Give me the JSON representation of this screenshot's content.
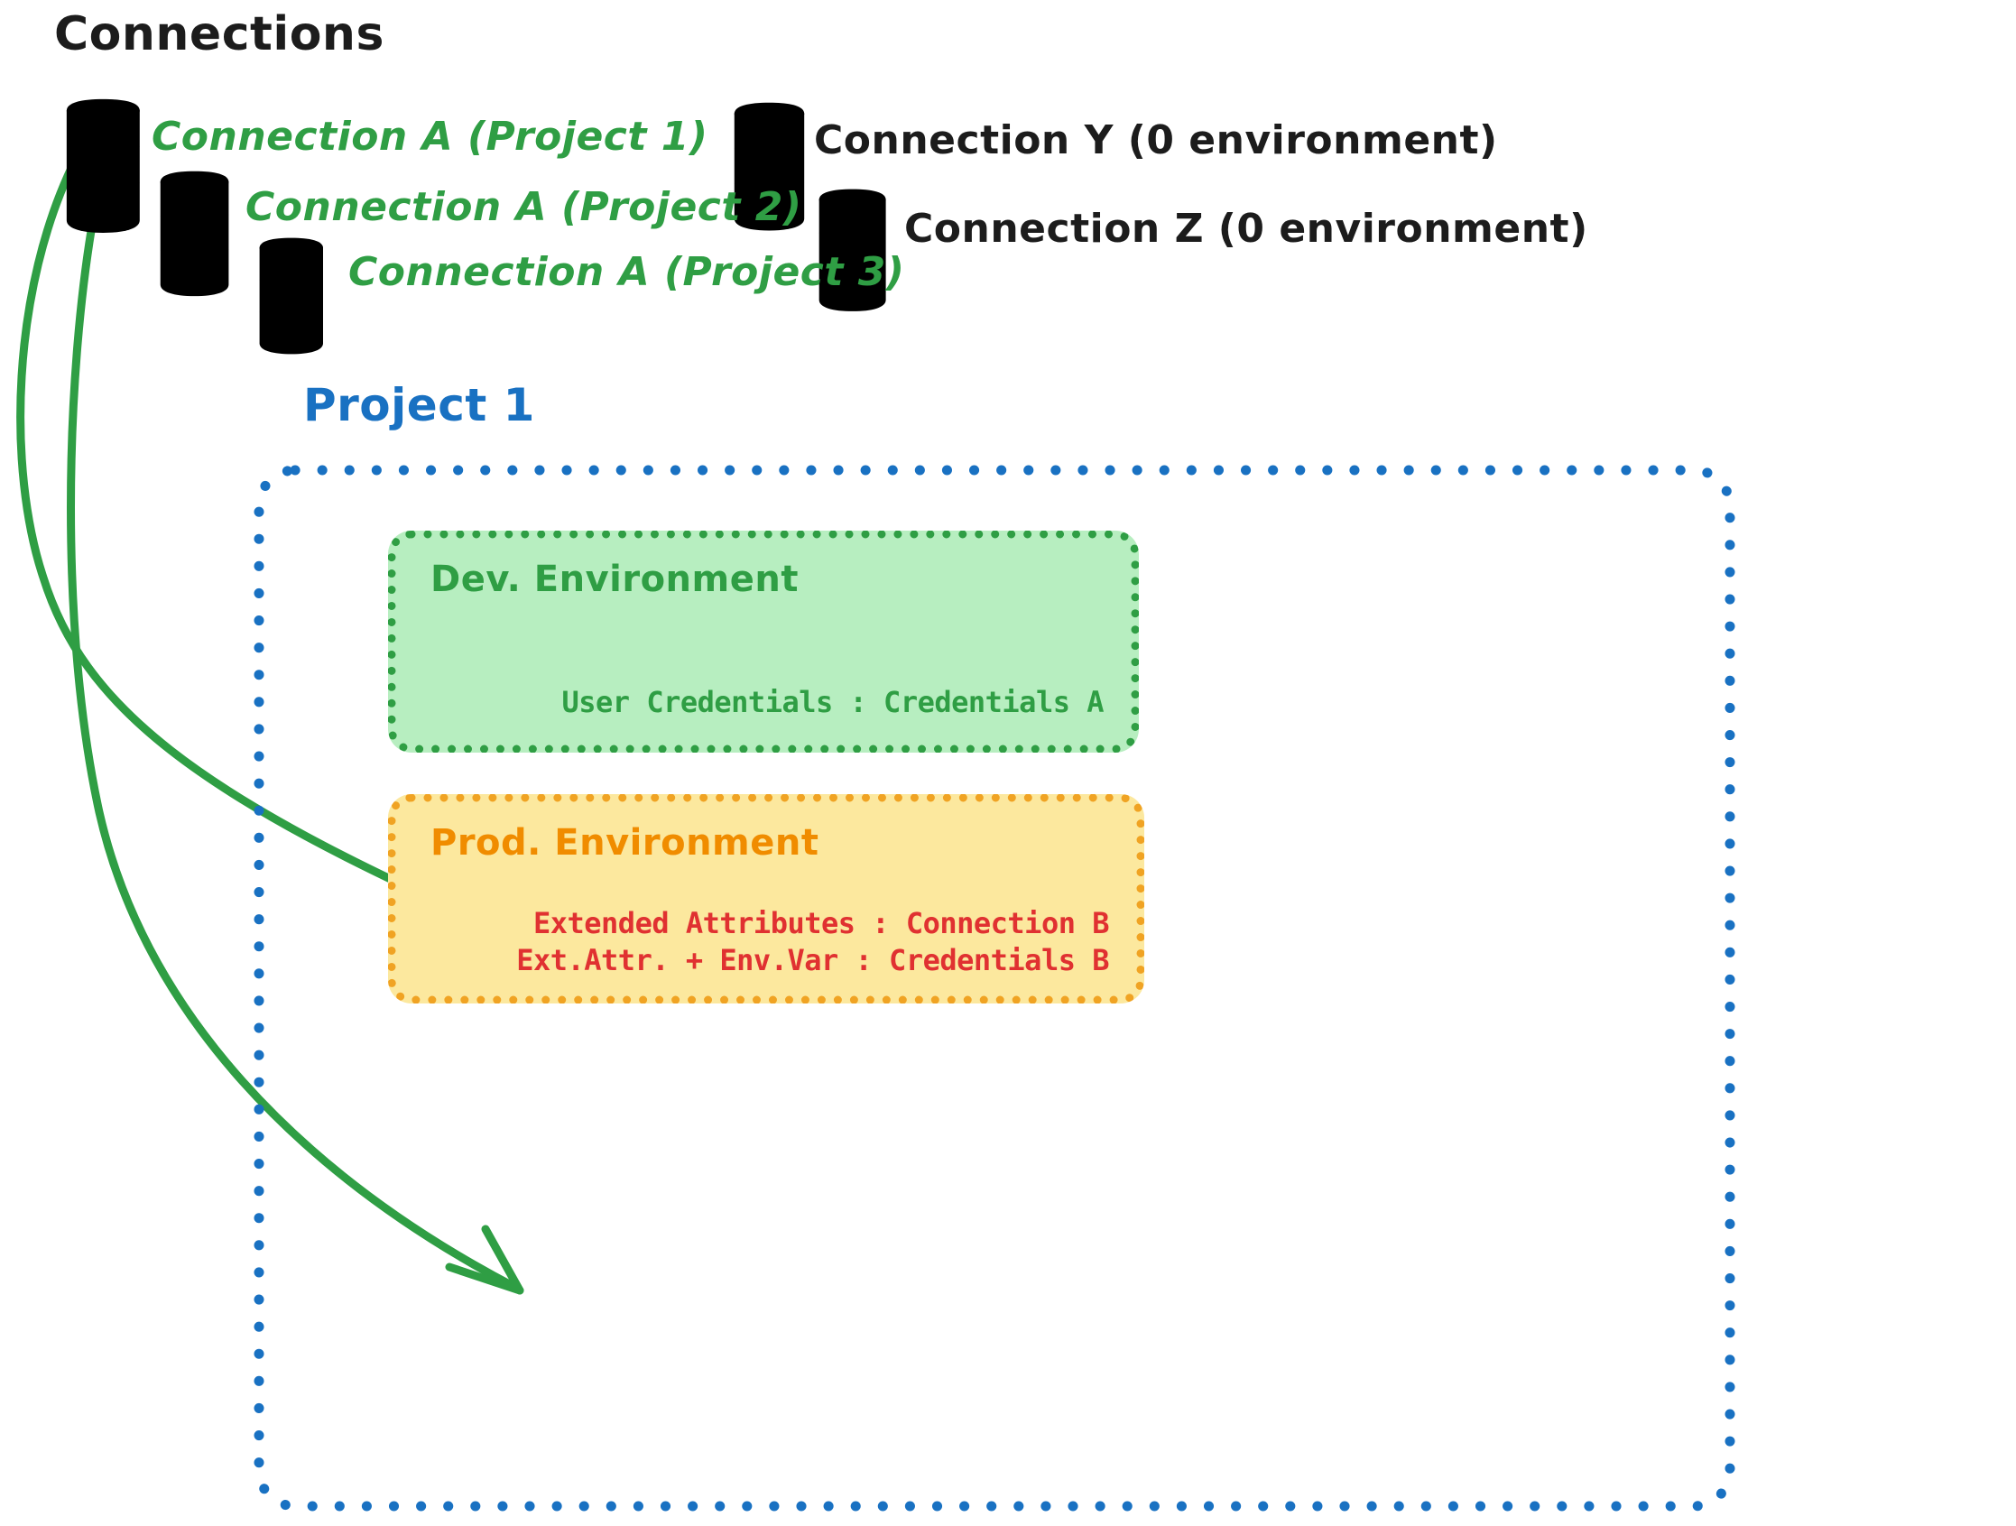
{
  "page": {
    "title": "Connections",
    "background": "#ffffff"
  },
  "colors": {
    "green_stroke": "#2f9e44",
    "green_fill": "#b7eec0",
    "gray_stroke": "#1c1c1c",
    "gray_fill": "#ced4da",
    "blue": "#1971c2",
    "orange": "#f0a323",
    "orange_text": "#f08c00",
    "yellow_fill": "#fce89e",
    "red_text": "#e03131",
    "black_text": "#1c1c1c"
  },
  "connections": {
    "heading": "Connections",
    "green_items": [
      {
        "label": "Connection A (Project 1)",
        "icon": "database-icon",
        "color": "#2f9e44"
      },
      {
        "label": "Connection A (Project 2)",
        "icon": "database-icon",
        "color": "#2f9e44"
      },
      {
        "label": "Connection A (Project 3)",
        "icon": "database-icon",
        "color": "#2f9e44"
      }
    ],
    "gray_items": [
      {
        "label": "Connection Y (0 environment)",
        "icon": "database-icon",
        "color": "#1c1c1c"
      },
      {
        "label": "Connection Z (0 environment)",
        "icon": "database-icon",
        "color": "#1c1c1c"
      }
    ]
  },
  "project": {
    "title": "Project 1",
    "environments": [
      {
        "name": "Dev. Environment",
        "accent": "#2f9e44",
        "fill": "#b7eec0",
        "lines": [
          "User Credentials : Credentials A"
        ]
      },
      {
        "name": "Prod. Environment",
        "accent": "#f08c00",
        "fill": "#fce89e",
        "lines": [
          "Extended Attributes : Connection B",
          "Ext.Attr. + Env.Var : Credentials B"
        ]
      }
    ]
  },
  "arrows": [
    {
      "from": "connection-a-project-1",
      "to": "dev-environment",
      "color": "#2f9e44"
    },
    {
      "from": "connection-a-project-1",
      "to": "prod-environment",
      "color": "#2f9e44"
    }
  ]
}
